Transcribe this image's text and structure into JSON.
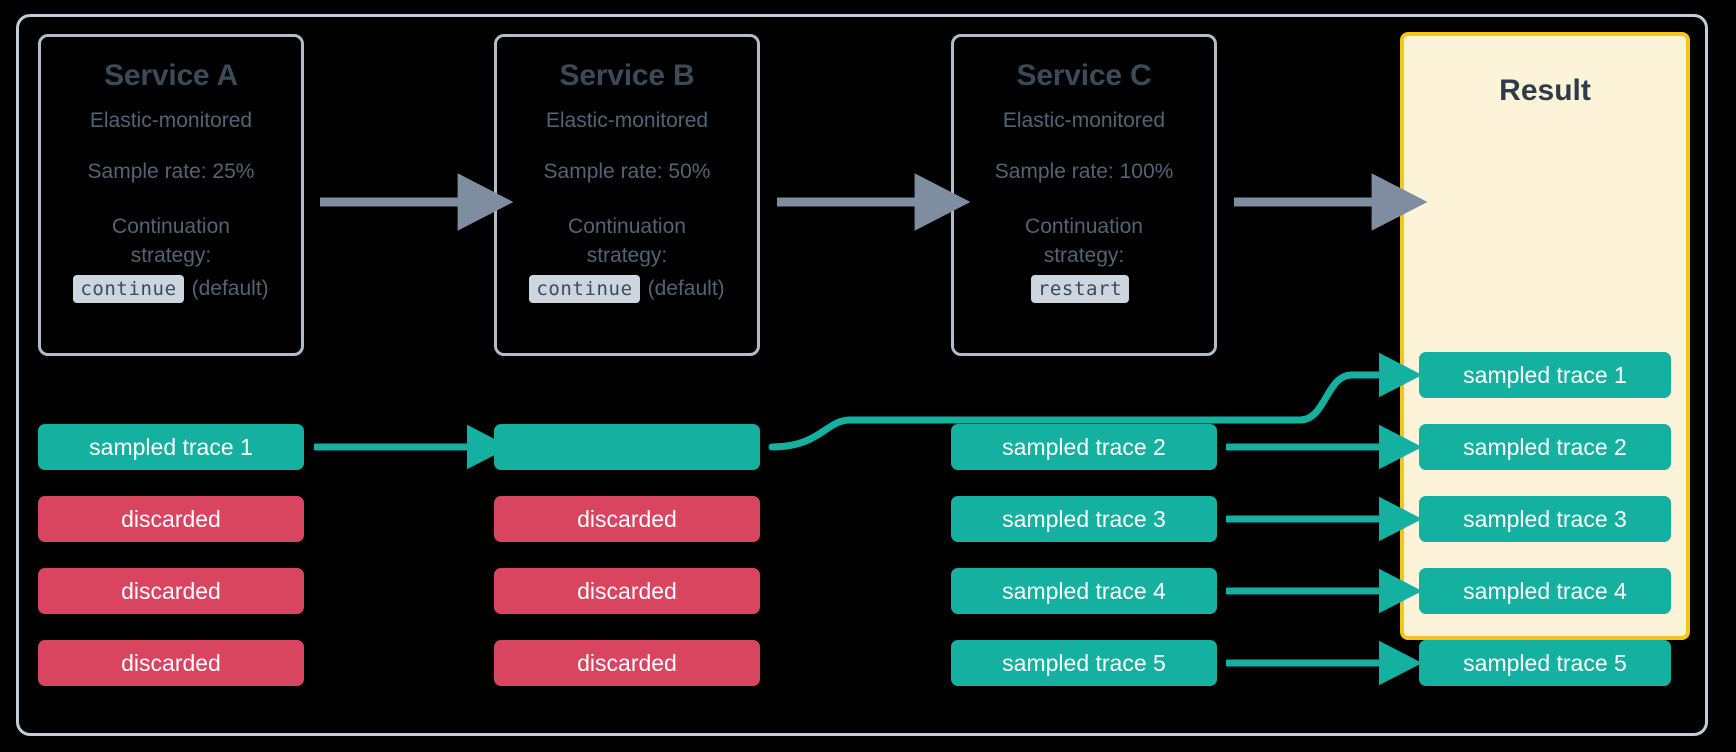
{
  "diagram": {
    "title_semantic": "distributed-tracing-sampling-flow",
    "colors": {
      "teal": "#14b0a0",
      "red": "#d9455f",
      "yellow_border": "#f5c518",
      "cream_fill": "#fcf3d8",
      "gray_arrow": "#7e8da0",
      "box_border": "#aebdc9",
      "frame_border": "#c3cdd8",
      "text_dark": "#3b4a59",
      "text_muted": "#546374",
      "background": "#000000"
    }
  },
  "services": [
    {
      "title": "Service A",
      "monitored": "Elastic-monitored",
      "sample_rate": "Sample rate: 25%",
      "continuation_label_1": "Continuation",
      "continuation_label_2": "strategy:",
      "strategy_code": "continue",
      "strategy_note": "(default)"
    },
    {
      "title": "Service B",
      "monitored": "Elastic-monitored",
      "sample_rate": "Sample rate: 50%",
      "continuation_label_1": "Continuation",
      "continuation_label_2": "strategy:",
      "strategy_code": "continue",
      "strategy_note": "(default)"
    },
    {
      "title": "Service C",
      "monitored": "Elastic-monitored",
      "sample_rate": "Sample rate: 100%",
      "continuation_label_1": "Continuation",
      "continuation_label_2": "strategy:",
      "strategy_code": "restart",
      "strategy_note": ""
    }
  ],
  "result": {
    "title": "Result",
    "bars": [
      "sampled trace 1",
      "sampled trace 2",
      "sampled trace 3",
      "sampled trace 4",
      "sampled trace 5"
    ]
  },
  "columns": {
    "service_a_bars": [
      {
        "label": "sampled trace 1",
        "kind": "sampled"
      },
      {
        "label": "discarded",
        "kind": "discarded"
      },
      {
        "label": "discarded",
        "kind": "discarded"
      },
      {
        "label": "discarded",
        "kind": "discarded"
      }
    ],
    "service_b_bars": [
      {
        "label": "",
        "kind": "sampled"
      },
      {
        "label": "discarded",
        "kind": "discarded"
      },
      {
        "label": "discarded",
        "kind": "discarded"
      },
      {
        "label": "discarded",
        "kind": "discarded"
      }
    ],
    "service_c_bars": [
      {
        "label": "sampled trace 2",
        "kind": "sampled"
      },
      {
        "label": "sampled trace 3",
        "kind": "sampled"
      },
      {
        "label": "sampled trace 4",
        "kind": "sampled"
      },
      {
        "label": "sampled trace 5",
        "kind": "sampled"
      }
    ]
  }
}
